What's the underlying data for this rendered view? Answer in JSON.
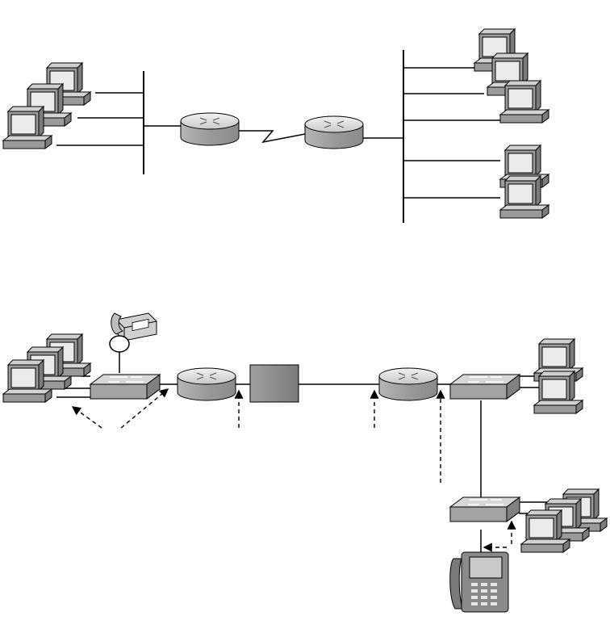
{
  "diagram": {
    "top_network": {
      "nodes": [
        {
          "id": "pc-group-left",
          "kind": "pc-stack",
          "count": 3
        },
        {
          "id": "hub-left",
          "kind": "shared-segment"
        },
        {
          "id": "router-left",
          "kind": "router"
        },
        {
          "id": "serial-link",
          "kind": "wan-serial"
        },
        {
          "id": "router-right",
          "kind": "router"
        },
        {
          "id": "hub-right",
          "kind": "shared-segment"
        },
        {
          "id": "pc-group-right-upper",
          "kind": "pc-stack",
          "count": 3
        },
        {
          "id": "pc-group-right-lower",
          "kind": "pc-stack",
          "count": 2
        }
      ]
    },
    "bottom_network": {
      "nodes": [
        {
          "id": "pc-group-left",
          "kind": "pc-stack",
          "count": 3
        },
        {
          "id": "analog-phone",
          "kind": "telephone"
        },
        {
          "id": "switch-left",
          "kind": "switch"
        },
        {
          "id": "router-left",
          "kind": "router"
        },
        {
          "id": "wan-box",
          "kind": "wan-device"
        },
        {
          "id": "router-right",
          "kind": "router"
        },
        {
          "id": "switch-right",
          "kind": "switch"
        },
        {
          "id": "pc-group-right",
          "kind": "pc-stack",
          "count": 2
        },
        {
          "id": "switch-bottom",
          "kind": "switch"
        },
        {
          "id": "pc-group-bottom",
          "kind": "pc-stack",
          "count": 3
        },
        {
          "id": "ip-phone",
          "kind": "ip-phone"
        }
      ],
      "annotation_arrows": 7
    },
    "colors": {
      "line": "#000000",
      "device_dark": "#7f7f7f",
      "device_mid": "#a6a6a6",
      "device_light": "#d9d9d9",
      "screen": "#ebebeb"
    }
  }
}
